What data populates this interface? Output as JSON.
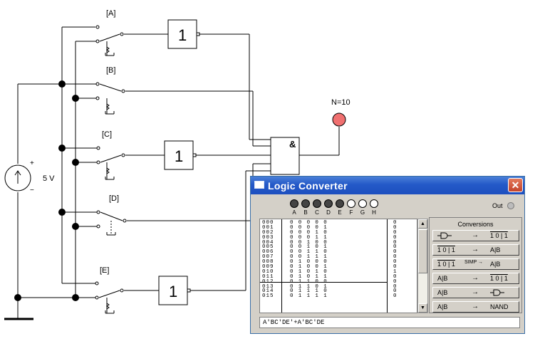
{
  "schematic": {
    "switch_labels": [
      "[A]",
      "[B]",
      "[C]",
      "[D]",
      "[E]"
    ],
    "inverter_label": "1",
    "and_gate_label": "&",
    "probe_label": "N=10",
    "source_label": "5 V",
    "source_plus": "+",
    "source_minus": "−",
    "probe_color": "#f07070"
  },
  "logic_converter": {
    "title": "Logic Converter",
    "close_label": "✕",
    "inputs": [
      {
        "name": "A",
        "state": "on"
      },
      {
        "name": "B",
        "state": "on"
      },
      {
        "name": "C",
        "state": "on"
      },
      {
        "name": "D",
        "state": "on"
      },
      {
        "name": "E",
        "state": "on"
      },
      {
        "name": "F",
        "state": "off"
      },
      {
        "name": "G",
        "state": "off"
      },
      {
        "name": "H",
        "state": "off"
      }
    ],
    "out_label": "Out",
    "truth_table": [
      {
        "idx": "000",
        "bits": "00000",
        "out": "0"
      },
      {
        "idx": "001",
        "bits": "00001",
        "out": "0"
      },
      {
        "idx": "002",
        "bits": "00010",
        "out": "0"
      },
      {
        "idx": "003",
        "bits": "00011",
        "out": "0"
      },
      {
        "idx": "004",
        "bits": "00100",
        "out": "0"
      },
      {
        "idx": "005",
        "bits": "00101",
        "out": "0"
      },
      {
        "idx": "006",
        "bits": "00110",
        "out": "0"
      },
      {
        "idx": "007",
        "bits": "00111",
        "out": "0"
      },
      {
        "idx": "008",
        "bits": "01000",
        "out": "0"
      },
      {
        "idx": "009",
        "bits": "01001",
        "out": "0"
      },
      {
        "idx": "010",
        "bits": "01010",
        "out": "1"
      },
      {
        "idx": "011",
        "bits": "01011",
        "out": "0"
      },
      {
        "idx": "012",
        "bits": "01100",
        "out": "0"
      },
      {
        "idx": "013",
        "bits": "01101",
        "out": "0"
      },
      {
        "idx": "014",
        "bits": "01110",
        "out": "0"
      },
      {
        "idx": "015",
        "bits": "01111",
        "out": "0"
      }
    ],
    "conversions_title": "Conversions",
    "conversions": [
      {
        "from": "gate-symbol",
        "arrow": "→",
        "to": "1 0 | 1",
        "to_overline": true
      },
      {
        "from": "1 0 | 1",
        "arrow": "→",
        "to": "A|B",
        "from_overline": true
      },
      {
        "from": "1 0 | 1",
        "arrow": "SIMP →",
        "to": "A|B",
        "from_overline": true
      },
      {
        "from": "A|B",
        "arrow": "→",
        "to": "1 0 | 1",
        "to_overline": true
      },
      {
        "from": "A|B",
        "arrow": "→",
        "to": "gate-symbol"
      },
      {
        "from": "A|B",
        "arrow": "→",
        "to": "NAND"
      }
    ],
    "expression": "A'BC'DE'+A'BC'DE"
  }
}
